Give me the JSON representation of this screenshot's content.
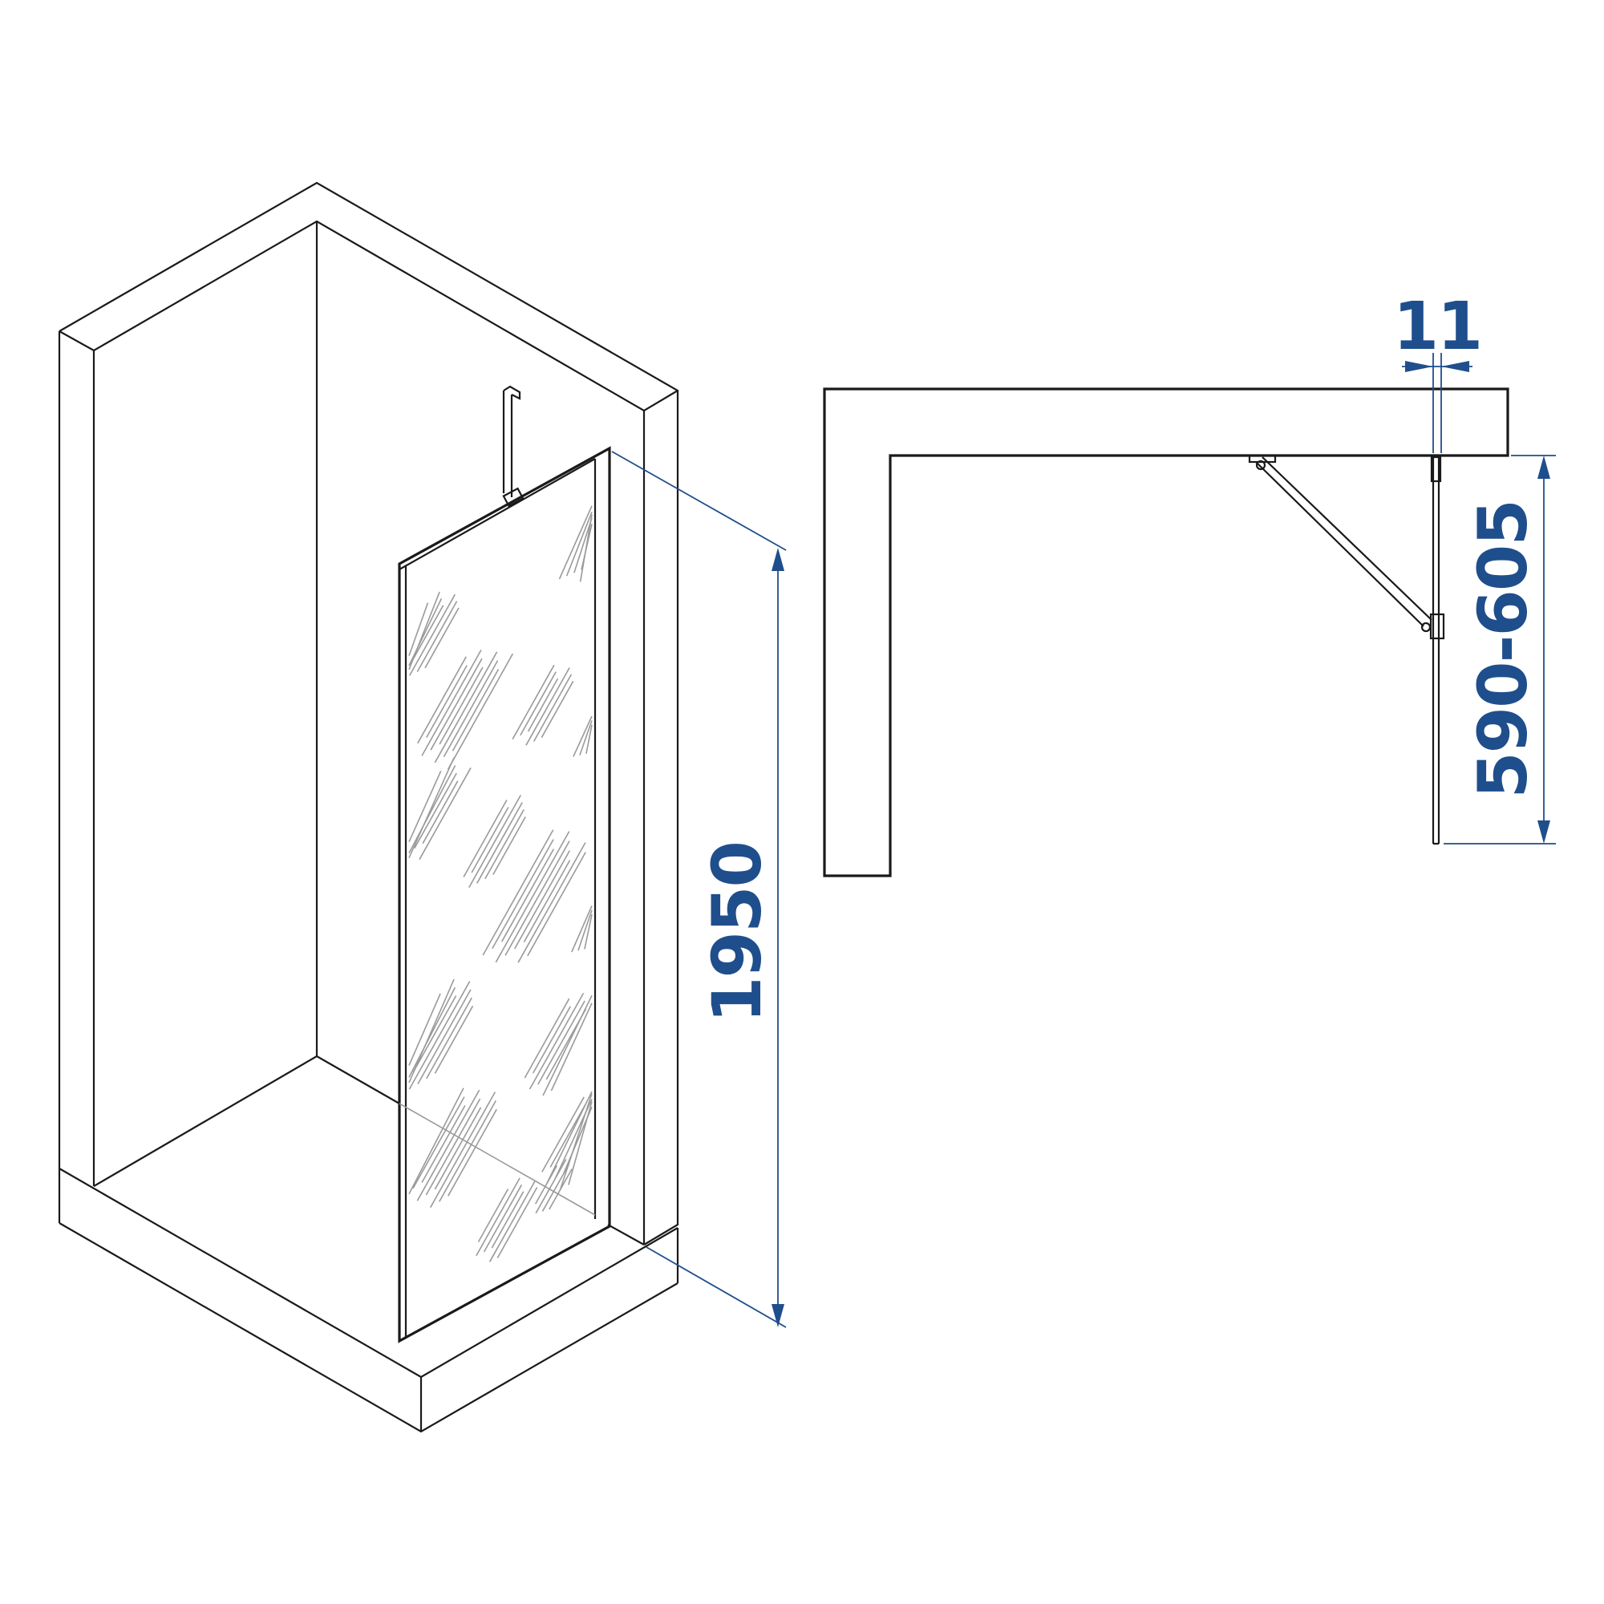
{
  "dimensions": {
    "height": "1950",
    "profile_thickness": "11",
    "width_range": "590-605"
  },
  "colors": {
    "line": "#1a1a1a",
    "dimension": "#1f4e8c",
    "glass_pattern": "#9a9a9a"
  }
}
